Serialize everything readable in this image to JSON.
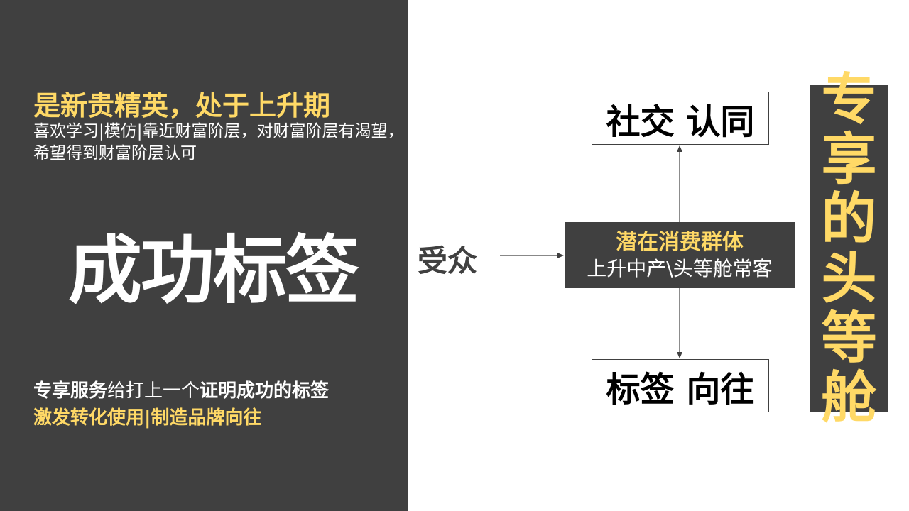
{
  "left": {
    "headline": "是新贵精英，处于上升期",
    "description": "喜欢学习|模仿|靠近财富阶层，对财富阶层有渴望，希望得到财富阶层认可",
    "big_title": "成功标签",
    "service": {
      "part1": "专享服务",
      "part2": "给打上一个",
      "part3": "证明成功的标签"
    },
    "cta": "激发转化使用|制造品牌向往"
  },
  "diagram": {
    "audience_label": "受众",
    "center_title": "潜在消费群体",
    "center_subtitle": "上升中产\\头等舱常客",
    "top_box": "社交 认同",
    "bottom_box": "标签 向往"
  },
  "banner": {
    "chars": [
      "专",
      "享",
      "的",
      "头",
      "等",
      "舱"
    ]
  },
  "colors": {
    "dark_gray": "#404040",
    "accent_yellow": "#FFD966",
    "white": "#ffffff"
  }
}
